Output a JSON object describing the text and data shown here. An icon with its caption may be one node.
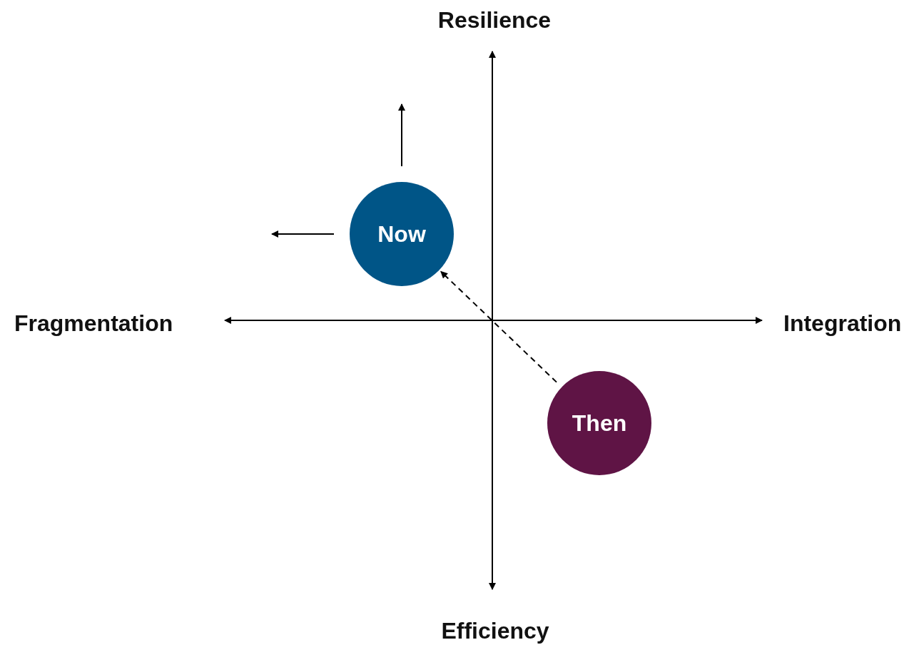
{
  "diagram": {
    "nodes": [
      {
        "text": [
          "Now"
        ]
      },
      {
        "text": [
          "Then"
        ]
      }
    ],
    "edges": [
      {
        "from": 1,
        "to": 0,
        "arrow": "to",
        "style": "dashed"
      }
    ],
    "labels": [
      "Resilience",
      "Fragmentation",
      "Integration",
      "Efficiency"
    ]
  }
}
